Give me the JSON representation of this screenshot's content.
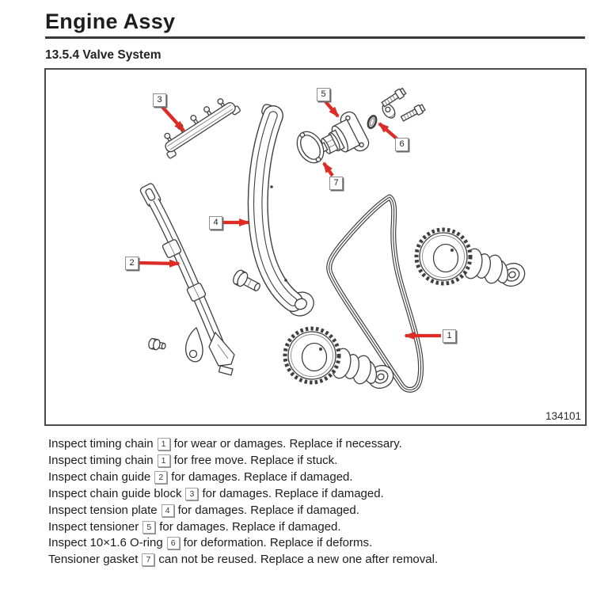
{
  "page": {
    "title": "Engine Assy",
    "section_heading": "13.5.4 Valve System"
  },
  "figure": {
    "number": "134101",
    "callouts": [
      {
        "label": "1"
      },
      {
        "label": "2"
      },
      {
        "label": "3"
      },
      {
        "label": "4"
      },
      {
        "label": "5"
      },
      {
        "label": "6"
      },
      {
        "label": "7"
      }
    ]
  },
  "instructions": [
    {
      "before": "Inspect timing chain",
      "ref": "1",
      "after": "for wear or damages. Replace if necessary."
    },
    {
      "before": "Inspect timing chain",
      "ref": "1",
      "after": "for free move. Replace if stuck."
    },
    {
      "before": "Inspect chain guide",
      "ref": "2",
      "after": "for damages. Replace if damaged."
    },
    {
      "before": "Inspect chain guide block",
      "ref": "3",
      "after": "for damages. Replace if damaged."
    },
    {
      "before": "Inspect tension plate",
      "ref": "4",
      "after": "for damages. Replace if damaged."
    },
    {
      "before": "Inspect tensioner",
      "ref": "5",
      "after": "for damages. Replace if damaged."
    },
    {
      "before": "Inspect 10×1.6 O-ring",
      "ref": "6",
      "after": "for deformation. Replace if deforms."
    },
    {
      "before": "Tensioner gasket",
      "ref": "7",
      "after": "can not be reused. Replace a new one after removal."
    }
  ],
  "colors": {
    "arrow_red": "#dd2c25",
    "part_outline": "#3f3f3f",
    "border_gray": "#4a4a4a"
  }
}
